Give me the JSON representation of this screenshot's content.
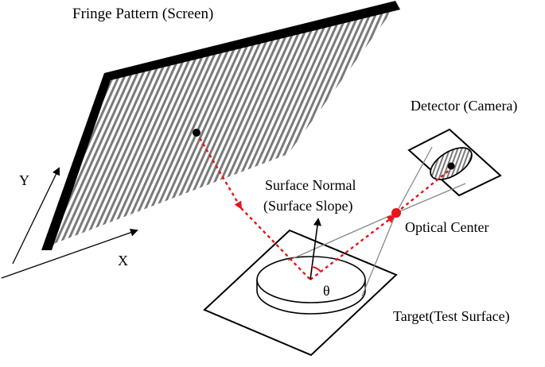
{
  "labels": {
    "fringe_pattern": "Fringe Pattern (Screen)",
    "detector": "Detector (Camera)",
    "surface_normal_line1": "Surface Normal",
    "surface_normal_line2": "(Surface Slope)",
    "optical_center": "Optical Center",
    "target": "Target(Test Surface)",
    "axis_y": "Y",
    "axis_x": "X",
    "angle": "θ"
  },
  "colors": {
    "ray": "#e8141c",
    "frame": "#000000",
    "stripe": "#7a7a7a",
    "guide": "#888888"
  }
}
